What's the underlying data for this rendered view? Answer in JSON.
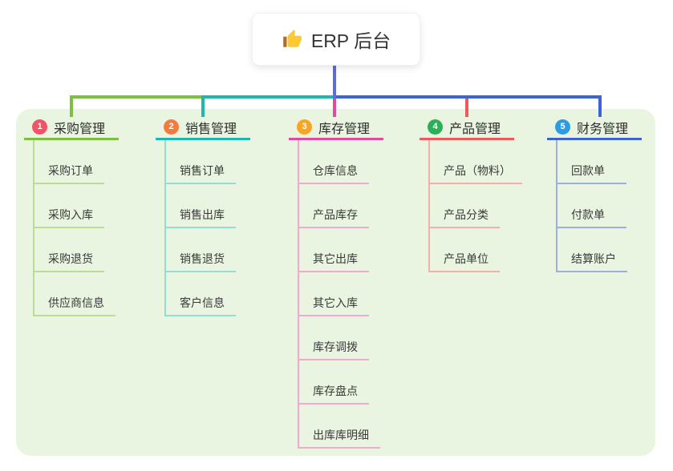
{
  "root": {
    "label": "ERP 后台",
    "icon": "thumbs-up"
  },
  "colors": {
    "panel_bg": "#e9f5e1",
    "root_connector": "#5a6ce0",
    "text_dark": "#333333"
  },
  "branches": [
    {
      "num": "1",
      "label": "采购管理",
      "badge_color": "#ef5467",
      "line_color": "#7dbf3e",
      "light_color": "#b9dc95",
      "children": [
        "采购订单",
        "采购入库",
        "采购退货",
        "供应商信息"
      ]
    },
    {
      "num": "2",
      "label": "销售管理",
      "badge_color": "#f37b3f",
      "line_color": "#1db7ae",
      "light_color": "#94dbd4",
      "children": [
        "销售订单",
        "销售出库",
        "销售退货",
        "客户信息"
      ]
    },
    {
      "num": "3",
      "label": "库存管理",
      "badge_color": "#f6a623",
      "line_color": "#e8489c",
      "light_color": "#f2a9d0",
      "children": [
        "仓库信息",
        "产品库存",
        "其它出库",
        "其它入库",
        "库存调拨",
        "库存盘点",
        "出库库明细"
      ]
    },
    {
      "num": "4",
      "label": "产品管理",
      "badge_color": "#2cb056",
      "line_color": "#f15858",
      "light_color": "#f7adad",
      "children": [
        "产品（物料）",
        "产品分类",
        "产品单位"
      ]
    },
    {
      "num": "5",
      "label": "财务管理",
      "badge_color": "#2d9ce3",
      "line_color": "#3d64d6",
      "light_color": "#9dafde",
      "children": [
        "回款单",
        "付款单",
        "结算账户"
      ]
    }
  ]
}
